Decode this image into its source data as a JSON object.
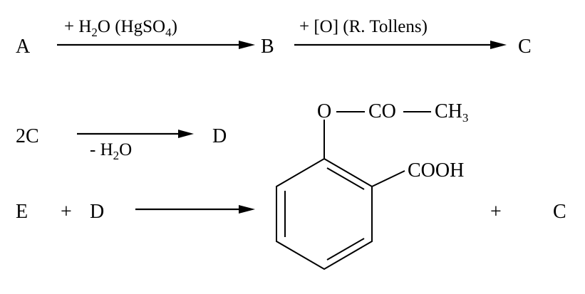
{
  "scheme": {
    "row1": {
      "reactant": "A",
      "arrow1": {
        "prefix": "+ H",
        "sub1": "2",
        "mid": "O (HgSO",
        "sub2": "4",
        "suffix": ")"
      },
      "product1": "B",
      "arrow2": {
        "label": "+ [O] (R. Tollens)"
      },
      "product2": "C"
    },
    "row2": {
      "reactant": "2C",
      "arrow": {
        "prefix": "- H",
        "sub": "2",
        "suffix": "O"
      },
      "product": "D"
    },
    "row3": {
      "reactant1": "E",
      "plus1": "+",
      "reactant2": "D",
      "plus2": "+",
      "coproduct": "C"
    },
    "structure": {
      "ester_o": "O",
      "ester_co": "CO",
      "methyl_prefix": "CH",
      "methyl_sub": "3",
      "carboxyl": "COOH"
    }
  }
}
